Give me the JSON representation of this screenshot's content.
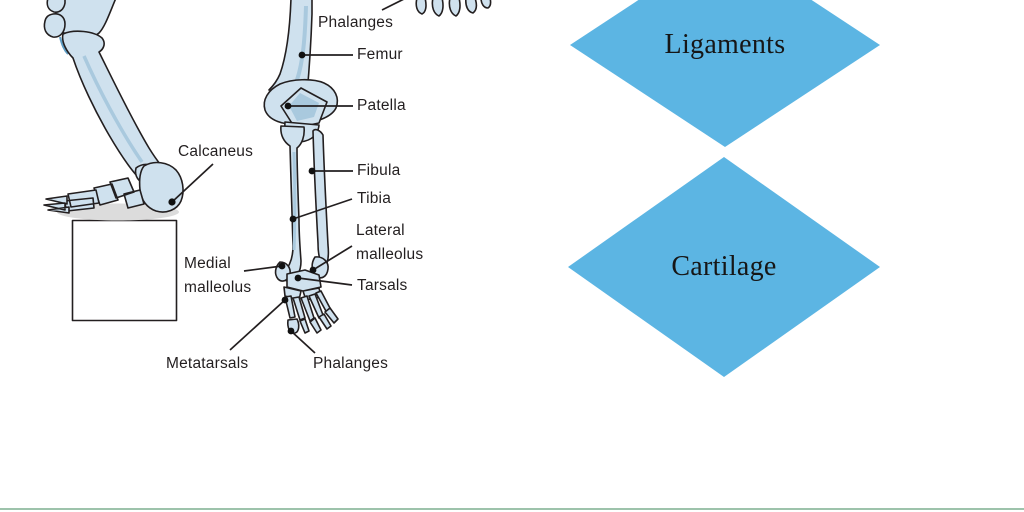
{
  "anatomy": {
    "labels": {
      "phalanges_top": "Phalanges",
      "femur": "Femur",
      "patella": "Patella",
      "calcaneus": "Calcaneus",
      "fibula": "Fibula",
      "tibia": "Tibia",
      "lateral_malleolus": "Lateral\nmalleolus",
      "medial_malleolus": "Medial\nmalleolus",
      "tarsals": "Tarsals",
      "metatarsals": "Metatarsals",
      "phalanges_bottom": "Phalanges"
    }
  },
  "answer_shapes": [
    {
      "label": "Ligaments"
    },
    {
      "label": "Cartilage"
    }
  ],
  "colors": {
    "diamond_blue": "#5cb5e3",
    "bone_light": "#cfe1ee",
    "bone_mid": "#a9c9de",
    "bone_dark": "#8ab5d3",
    "outline": "#231f20",
    "shadow_gray": "#dcdcdc",
    "divider_green": "#9dc3ab"
  }
}
